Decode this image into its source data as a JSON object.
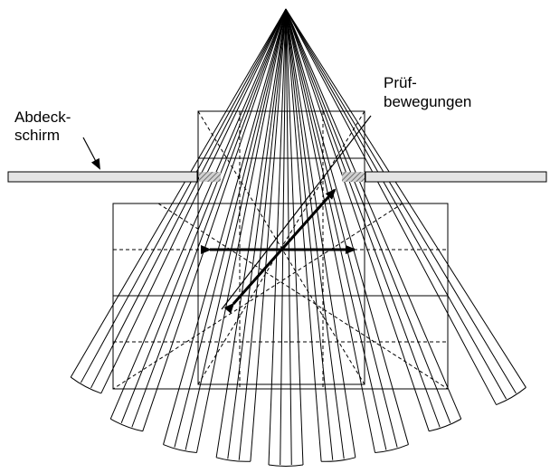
{
  "labels": {
    "shield_line1": "Abdeck-",
    "shield_line2": "schirm",
    "test_line1": "Prüf-",
    "test_line2": "bewegungen"
  },
  "colors": {
    "line": "#000000",
    "shield_fill": "#e4e4e4",
    "hatch": "#8a8a8a",
    "background": "#ffffff"
  }
}
